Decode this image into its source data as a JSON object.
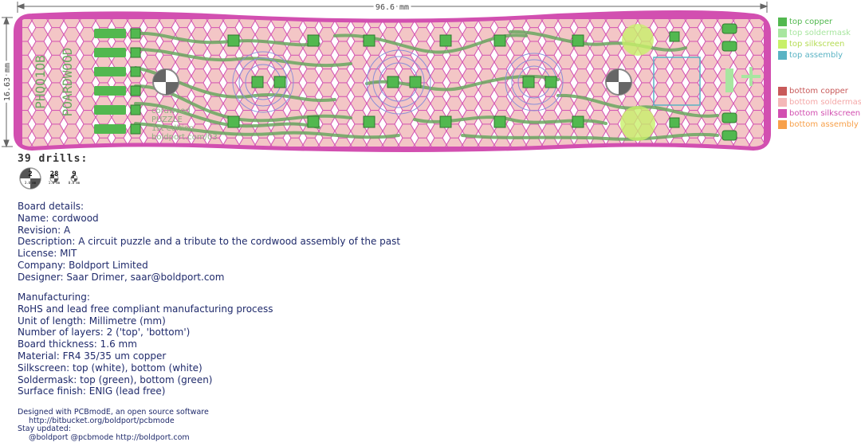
{
  "dimensions": {
    "width_label": "96.6 mm",
    "height_label": "16.63 mm"
  },
  "silkscreen_text": {
    "left_vertical": "PHQQ1OB",
    "left_vertical_2": "POARDWOOD",
    "center_lines": [
      "cordwood",
      "PUZZLE",
      "1st edition",
      "boldport.com/03"
    ]
  },
  "legend": [
    {
      "label": "top copper",
      "color": "#52b84f"
    },
    {
      "label": "top soldermask",
      "color": "#a8e6a0"
    },
    {
      "label": "top silkscreen",
      "color": "#c8f06a"
    },
    {
      "label": "top assembly",
      "color": "#5ab3c4"
    },
    {
      "label": "bottom copper",
      "color": "#c85a5a"
    },
    {
      "label": "bottom soldermask",
      "color": "#f4b8b8"
    },
    {
      "label": "bottom silkscreen",
      "color": "#d24fb0"
    },
    {
      "label": "bottom assembly",
      "color": "#f7a04a"
    }
  ],
  "drills": {
    "title": "39 drills:",
    "items": [
      {
        "count": "2",
        "size": "3.0 mm"
      },
      {
        "count": "28",
        "size": "1.0 mm"
      },
      {
        "count": "9",
        "size": "0.8 mm"
      }
    ]
  },
  "board_details": {
    "heading": "Board details:",
    "lines": [
      "Name: cordwood",
      "Revision: A",
      "Description: A circuit puzzle and a tribute to the cordwood assembly of the past",
      "License: MIT",
      "Company: Boldport Limited",
      "Designer: Saar Drimer, saar@boldport.com"
    ]
  },
  "manufacturing": {
    "heading": "Manufacturing:",
    "lines": [
      "RoHS and lead free compliant manufacturing process",
      "Unit of length: Millimetre (mm)",
      "Number of layers: 2 ('top', 'bottom')",
      "Board thickness: 1.6 mm",
      "Material: FR4 35/35 um copper",
      "Silkscreen: top (white), bottom (white)",
      "Soldermask: top (green), bottom (green)",
      "Surface finish: ENIG (lead free)"
    ]
  },
  "footer": {
    "line1": "Designed with PCBmodE, an open source software",
    "line2": "http://bitbucket.org/boldport/pcbmode",
    "line3": "Stay updated:",
    "line4": "@boldport @pcbmode http://boldport.com"
  }
}
